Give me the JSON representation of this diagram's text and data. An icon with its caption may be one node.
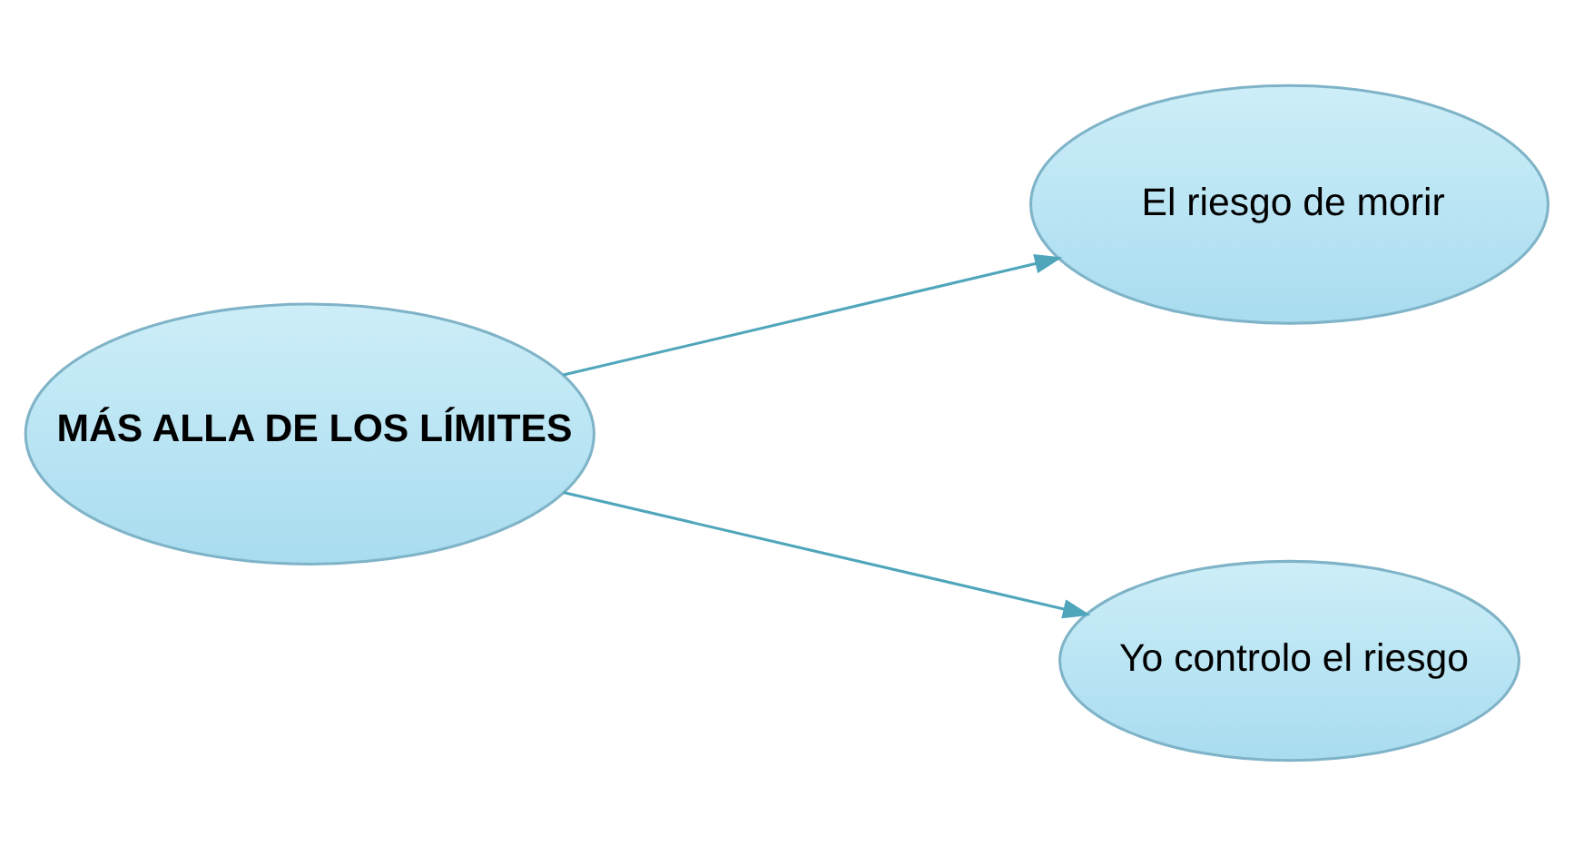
{
  "diagram": {
    "nodes": [
      {
        "text": [
          "MÁS ALLA DE LOS LÍMITES"
        ]
      },
      {
        "text": [
          "El riesgo de morir"
        ]
      },
      {
        "text": [
          "Yo controlo el riesgo"
        ]
      }
    ],
    "edges": [
      {
        "from": 0,
        "to": 1,
        "arrow": "to"
      },
      {
        "from": 0,
        "to": 2,
        "arrow": "to"
      }
    ]
  }
}
